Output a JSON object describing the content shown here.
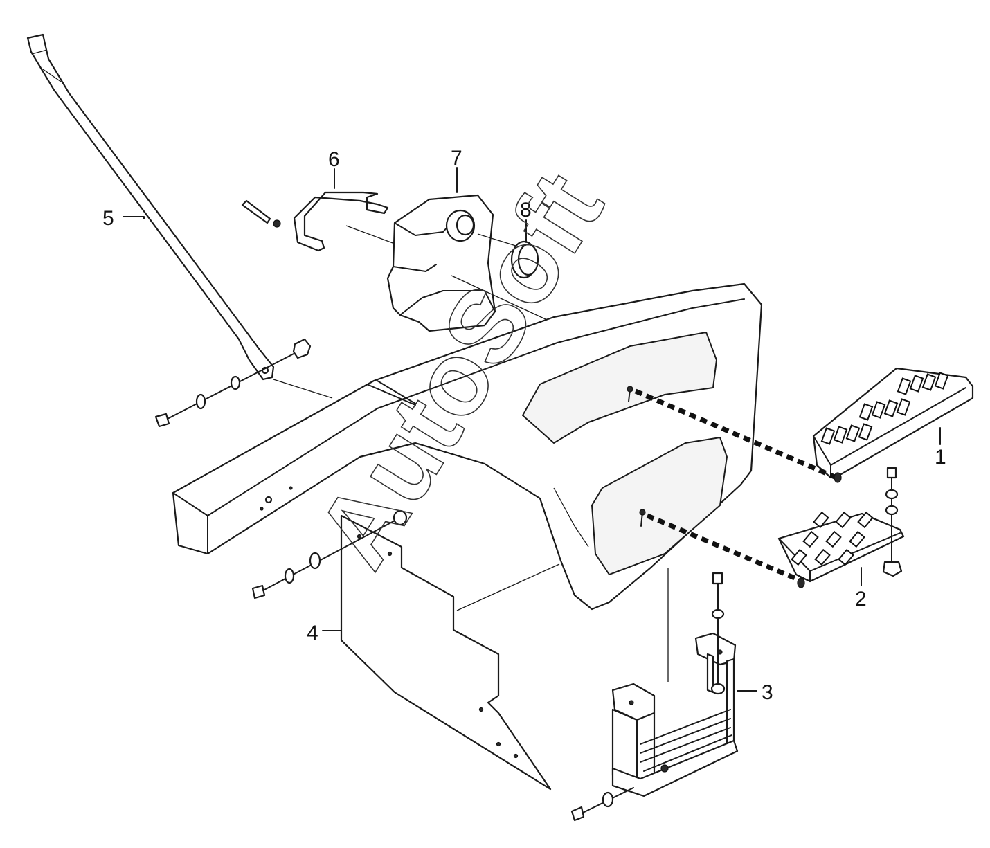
{
  "callouts": [
    {
      "id": "1",
      "label": "1"
    },
    {
      "id": "2",
      "label": "2"
    },
    {
      "id": "3",
      "label": "3"
    },
    {
      "id": "4",
      "label": "4"
    },
    {
      "id": "5",
      "label": "5"
    },
    {
      "id": "6",
      "label": "6"
    },
    {
      "id": "7",
      "label": "7"
    },
    {
      "id": "8",
      "label": "8"
    }
  ],
  "watermark": "AutoSoft"
}
